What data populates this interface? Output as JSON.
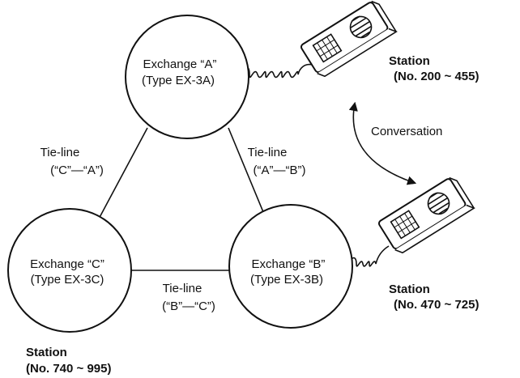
{
  "exchanges": {
    "a": {
      "name": "Exchange “A”",
      "type": "(Type EX-3A)"
    },
    "b": {
      "name": "Exchange “B”",
      "type": "(Type EX-3B)"
    },
    "c": {
      "name": "Exchange “C”",
      "type": "(Type EX-3C)"
    }
  },
  "tie_lines": {
    "ca": {
      "title": "Tie-line",
      "pair": "(“C”—“A”)"
    },
    "ab": {
      "title": "Tie-line",
      "pair": "(“A”—“B”)"
    },
    "bc": {
      "title": "Tie-line",
      "pair": "(“B”—“C”)"
    }
  },
  "stations": {
    "a": {
      "title": "Station",
      "range": "(No. 200 ~ 455)"
    },
    "b": {
      "title": "Station",
      "range": "(No. 470 ~ 725)"
    },
    "c": {
      "title": "Station",
      "range": "(No. 740 ~ 995)"
    }
  },
  "conversation_label": "Conversation",
  "icons": [
    "telephone-handset-icon",
    "coiled-cord-icon",
    "curved-double-arrow-icon"
  ]
}
